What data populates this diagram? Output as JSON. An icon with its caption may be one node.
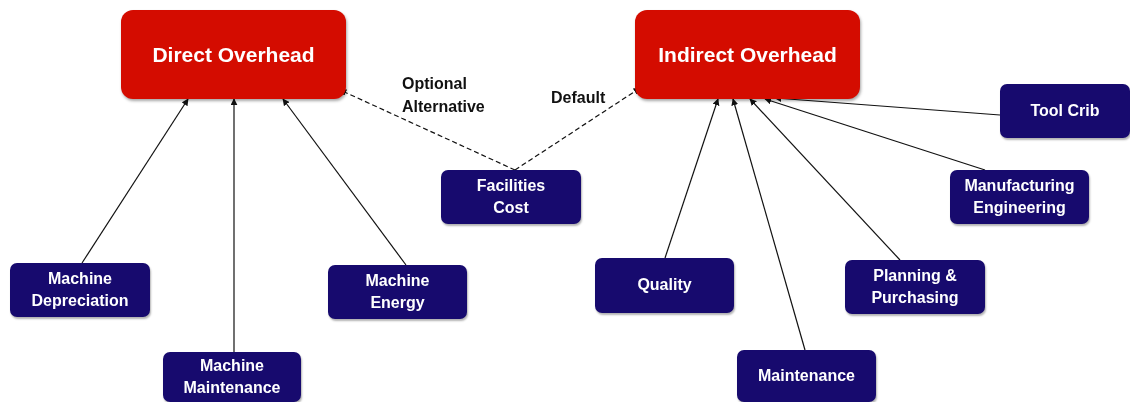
{
  "diagram": {
    "nodes": [
      {
        "text": [
          "Direct Overhead"
        ]
      },
      {
        "text": [
          "Indirect Overhead"
        ]
      },
      {
        "text": [
          "Facilities Cost"
        ]
      },
      {
        "text": [
          "Machine Depreciation"
        ]
      },
      {
        "text": [
          "Machine Maintenance"
        ]
      },
      {
        "text": [
          "Machine Energy"
        ]
      },
      {
        "text": [
          "Quality"
        ]
      },
      {
        "text": [
          "Maintenance"
        ]
      },
      {
        "text": [
          "Planning & Purchasing"
        ]
      },
      {
        "text": [
          "Manufacturing Engineering"
        ]
      },
      {
        "text": [
          "Tool Crib"
        ]
      }
    ],
    "edges": [
      {
        "from": 3,
        "to": 0,
        "arrow": "to"
      },
      {
        "from": 4,
        "to": 0,
        "arrow": "to"
      },
      {
        "from": 5,
        "to": 0,
        "arrow": "to"
      },
      {
        "from": 2,
        "to": 0,
        "arrow": "to",
        "style": "dashed",
        "label": "Optional Alternative"
      },
      {
        "from": 2,
        "to": 1,
        "arrow": "to",
        "style": "dashed",
        "label": "Default"
      },
      {
        "from": 6,
        "to": 1,
        "arrow": "to"
      },
      {
        "from": 7,
        "to": 1,
        "arrow": "to"
      },
      {
        "from": 8,
        "to": 1,
        "arrow": "to"
      },
      {
        "from": 9,
        "to": 1,
        "arrow": "to"
      },
      {
        "from": 10,
        "to": 1,
        "arrow": "to"
      }
    ]
  }
}
